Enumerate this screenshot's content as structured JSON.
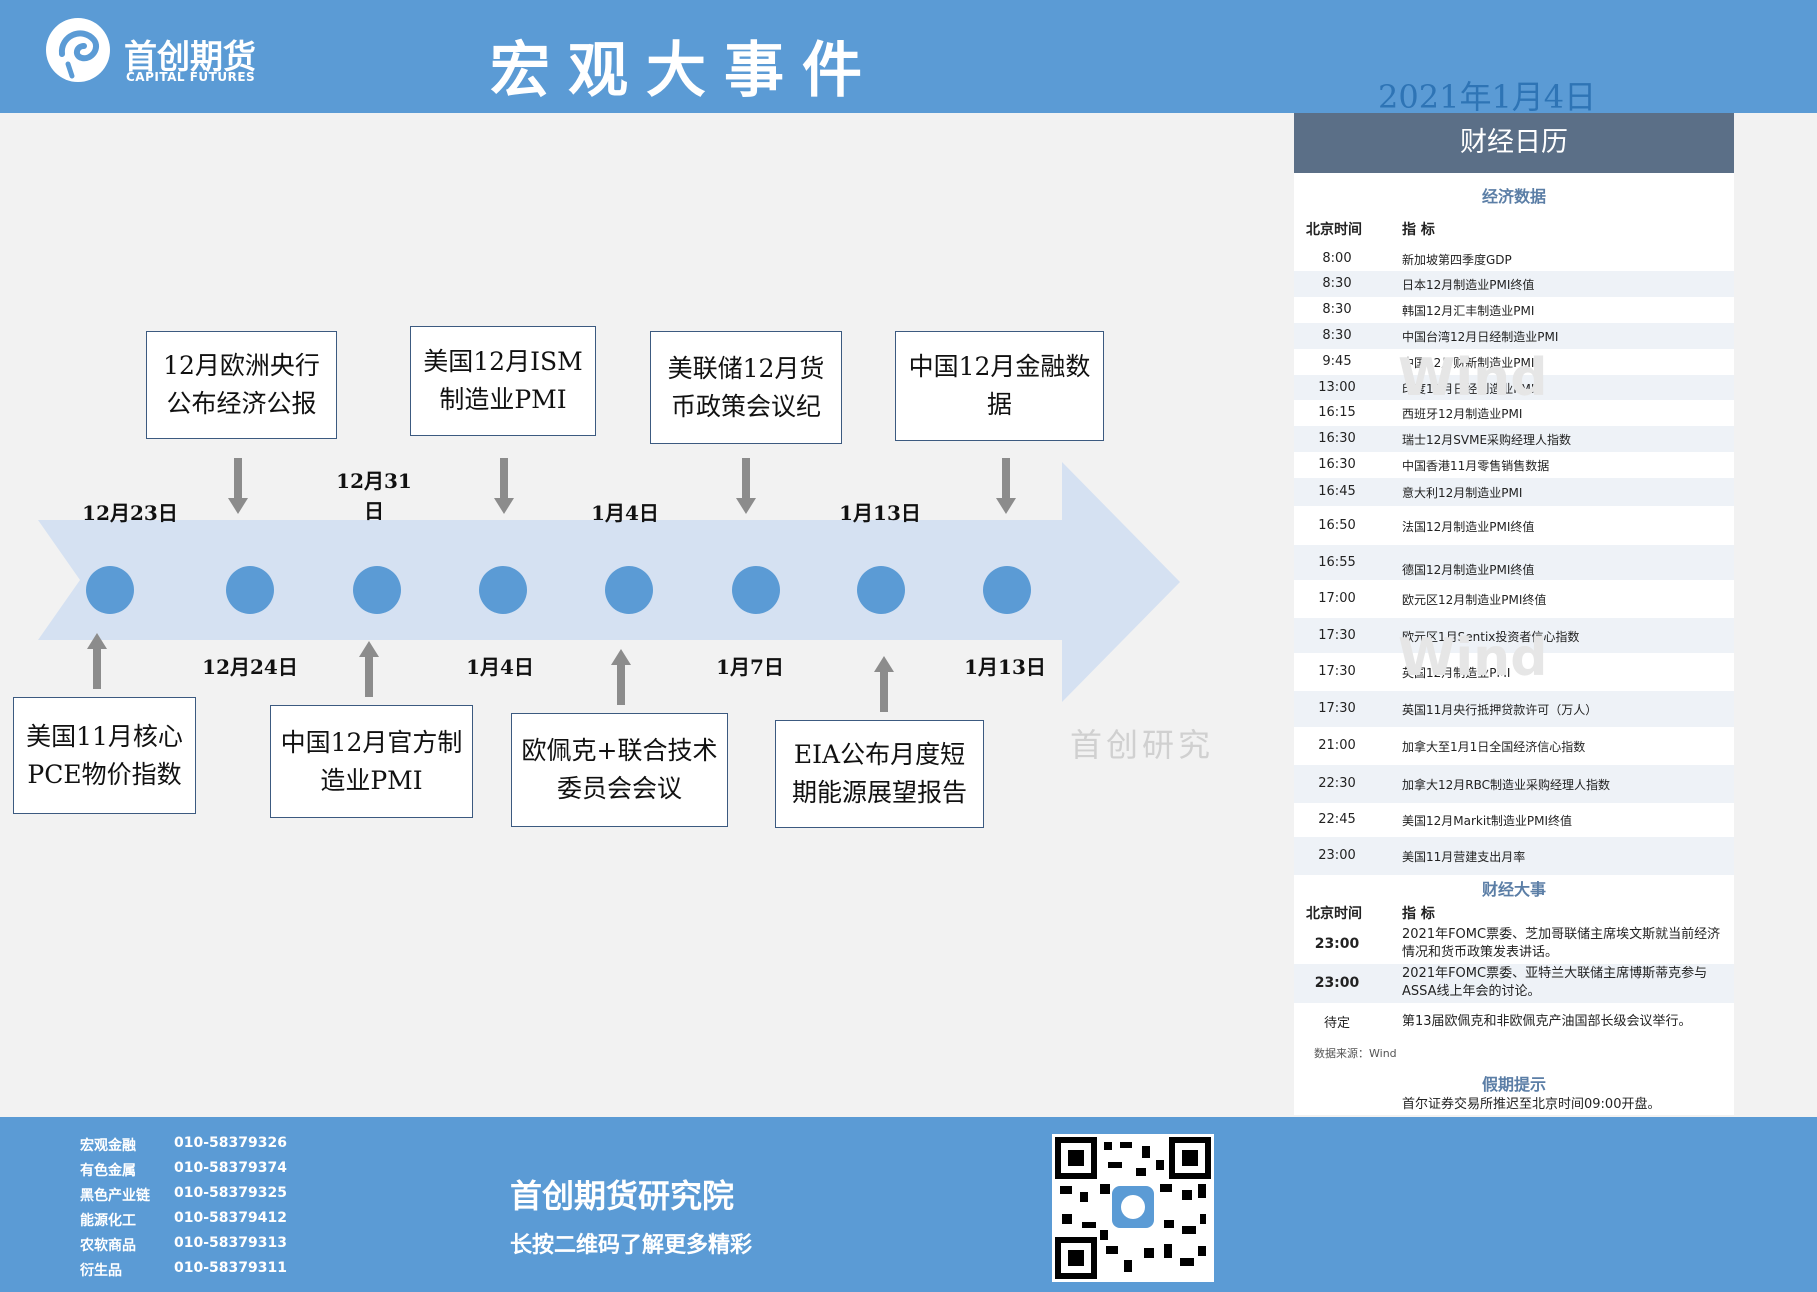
{
  "header": {
    "logo_cn": "首创期货",
    "logo_en": "CAPITAL FUTURES",
    "title": "宏观大事件",
    "date": "2021年1月4日"
  },
  "timeline": {
    "top_events": [
      {
        "date": "12月23日",
        "text": "12月欧洲央行公布经济公报"
      },
      {
        "date": "12月31日",
        "text": "美国12月ISM制造业PMI"
      },
      {
        "date": "1月4日",
        "text": "美联储12月货币政策会议纪"
      },
      {
        "date": "1月13日",
        "text": "中国12月金融数据"
      }
    ],
    "bottom_dates": [
      "12月24日",
      "1月4日",
      "1月7日",
      "1月13日"
    ],
    "bottom_events": [
      {
        "text": "美国11月核心PCE物价指数"
      },
      {
        "text": "中国12月官方制造业PMI"
      },
      {
        "text": "欧佩克+联合技术委员会会议"
      },
      {
        "text": "EIA公布月度短期能源展望报告"
      }
    ],
    "watermark": "首创研究"
  },
  "calendar": {
    "title": "财经日历",
    "econ_section": "经济数据",
    "col_time": "北京时间",
    "col_indicator": "指 标",
    "econ_rows": [
      {
        "time": "8:00",
        "name": "新加坡第四季度GDP"
      },
      {
        "time": "8:30",
        "name": "日本12月制造业PMI终值"
      },
      {
        "time": "8:30",
        "name": "韩国12月汇丰制造业PMI"
      },
      {
        "time": "8:30",
        "name": "中国台湾12月日经制造业PMI"
      },
      {
        "time": "9:45",
        "name": "中国12月财新制造业PMI"
      },
      {
        "time": "13:00",
        "name": "印度12月日经制造业PMI"
      },
      {
        "time": "16:15",
        "name": "西班牙12月制造业PMI"
      },
      {
        "time": "16:30",
        "name": "瑞士12月SVME采购经理人指数"
      },
      {
        "time": "16:30",
        "name": "中国香港11月零售销售数据"
      },
      {
        "time": "16:45",
        "name": "意大利12月制造业PMI"
      },
      {
        "time": "16:50",
        "name": "法国12月制造业PMI终值"
      },
      {
        "time": "16:55",
        "name": "德国12月制造业PMI终值"
      },
      {
        "time": "17:00",
        "name": "欧元区12月制造业PMI终值"
      },
      {
        "time": "17:30",
        "name": "欧元区1月Sentix投资者信心指数"
      },
      {
        "time": "17:30",
        "name": "英国12月制造业PMI"
      },
      {
        "time": "17:30",
        "name": "英国11月央行抵押贷款许可（万人）"
      },
      {
        "time": "21:00",
        "name": "加拿大至1月1日全国经济信心指数"
      },
      {
        "time": "22:30",
        "name": "加拿大12月RBC制造业采购经理人指数"
      },
      {
        "time": "22:45",
        "name": "美国12月Markit制造业PMI终值"
      },
      {
        "time": "23:00",
        "name": "美国11月营建支出月率"
      }
    ],
    "event_section": "财经大事",
    "event_rows": [
      {
        "time": "23:00",
        "name": "2021年FOMC票委、芝加哥联储主席埃文斯就当前经济情况和货币政策发表讲话。"
      },
      {
        "time": "23:00",
        "name": "2021年FOMC票委、亚特兰大联储主席博斯蒂克参与ASSA线上年会的讨论。"
      },
      {
        "time": "待定",
        "name": "第13届欧佩克和非欧佩克产油国部长级会议举行。"
      }
    ],
    "source": "数据来源：Wind",
    "holiday_section": "假期提示",
    "holiday_text": "首尔证券交易所推迟至北京时间09:00开盘。",
    "wind_watermark": "Wind"
  },
  "footer": {
    "contacts": [
      {
        "dept": "宏观金融",
        "phone": "010-58379326"
      },
      {
        "dept": "有色金属",
        "phone": "010-58379374"
      },
      {
        "dept": "黑色产业链",
        "phone": "010-58379325"
      },
      {
        "dept": "能源化工",
        "phone": "010-58379412"
      },
      {
        "dept": "农软商品",
        "phone": "010-58379313"
      },
      {
        "dept": "衍生品",
        "phone": "010-58379311"
      }
    ],
    "title": "首创期货研究院",
    "subtitle": "长按二维码了解更多精彩"
  }
}
